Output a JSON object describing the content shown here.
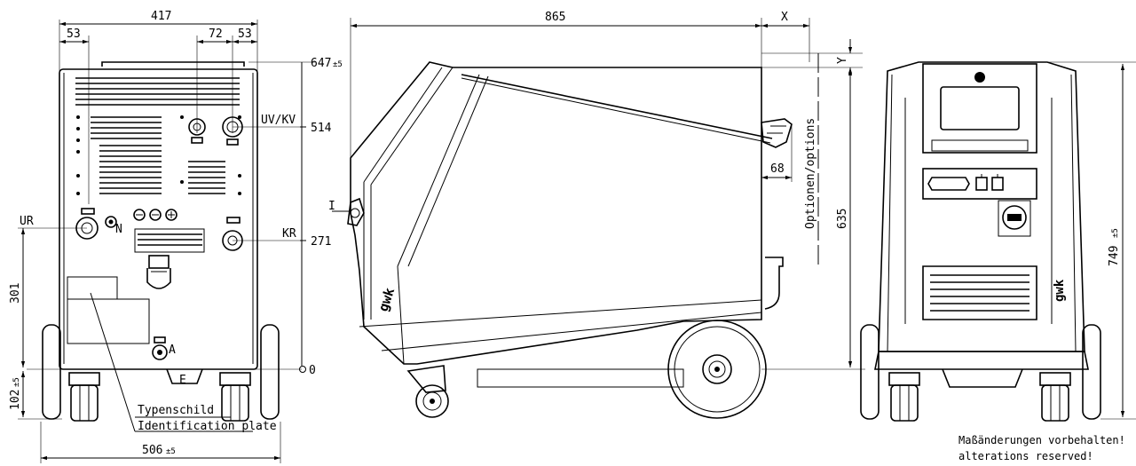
{
  "front_view": {
    "width": "417",
    "left_offset": "53",
    "center_dim": "72",
    "right_offset": "53",
    "height_top": "647",
    "height_top_tol": "±5",
    "uv_kv_label": "UV/KV",
    "uv_kv_height": "514",
    "ur_label": "UR",
    "n_label": "N",
    "kr_label": "KR",
    "kr_height": "271",
    "ur_height": "301",
    "zero_label": "0",
    "a_label": "A",
    "e_label": "E",
    "bottom_height": "102",
    "bottom_height_tol": "±5",
    "plate_label_de": "Typenschild",
    "plate_label_en": "Identification plate",
    "overall_width": "506",
    "overall_width_tol": "±5"
  },
  "side_view": {
    "length": "865",
    "x_label": "X",
    "y_label": "Y",
    "options_label": "Optionen/options",
    "offset_68": "68",
    "height_635": "635",
    "i_label": "I",
    "brand": "gwk"
  },
  "rear_view": {
    "height": "749",
    "height_tol": "±5",
    "brand": "gwk"
  },
  "notes": {
    "line1": "Maßänderungen vorbehalten!",
    "line2": "alterations reserved!"
  }
}
